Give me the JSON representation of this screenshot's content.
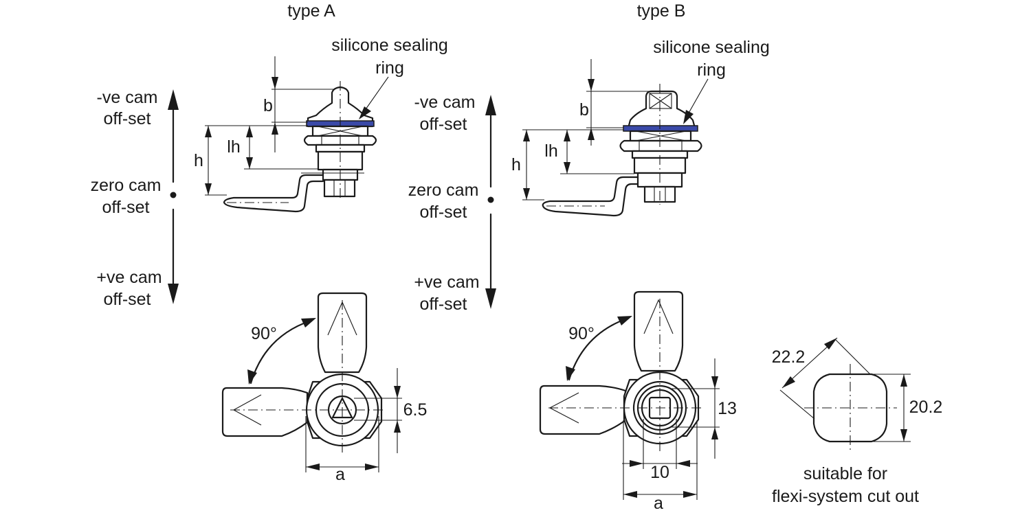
{
  "diagram": {
    "type_a": {
      "title": "type A",
      "sealing_label_1": "silicone sealing",
      "sealing_label_2": "ring",
      "dim_b": "b",
      "dim_lh": "lh",
      "dim_h": "h",
      "angle": "90°",
      "dim_hex": "6.5",
      "dim_a": "a"
    },
    "type_b": {
      "title": "type B",
      "sealing_label_1": "silicone sealing",
      "sealing_label_2": "ring",
      "dim_b": "b",
      "dim_lh": "lh",
      "dim_h": "h",
      "angle": "90°",
      "dim_square": "13",
      "dim_inner": "10",
      "dim_a": "a"
    },
    "offset_scale": {
      "neg_1": "-ve cam",
      "neg_2": "off-set",
      "zero_1": "zero cam",
      "zero_2": "off-set",
      "pos_1": "+ve cam",
      "pos_2": "off-set"
    },
    "cutout": {
      "dim_diag": "22.2",
      "dim_height": "20.2",
      "caption_1": "suitable for",
      "caption_2": "flexi-system cut out"
    },
    "colors": {
      "line": "#1a1a1a",
      "sealing_ring": "#3a49a8",
      "background": "#ffffff"
    }
  }
}
